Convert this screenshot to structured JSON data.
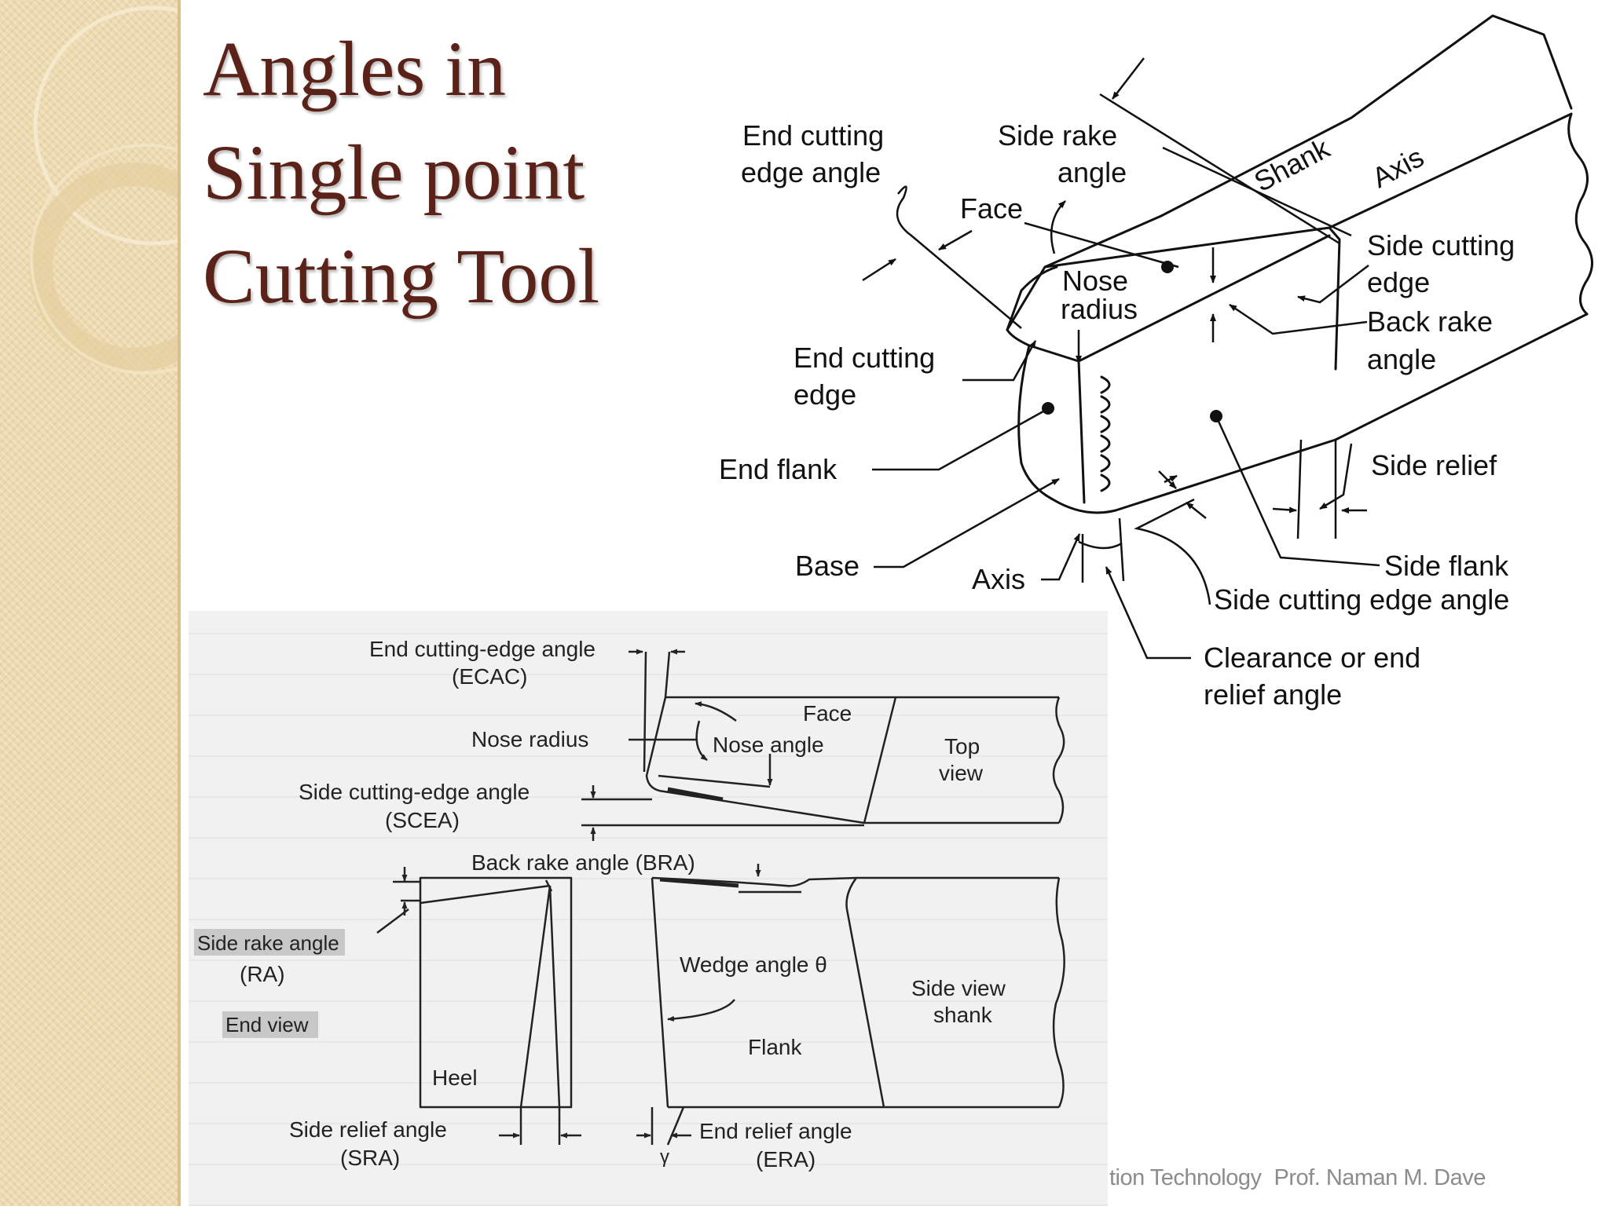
{
  "slide": {
    "title_lines": [
      "Angles in",
      "Single point",
      "Cutting Tool"
    ],
    "footer": {
      "course": "tion Technology",
      "author": "Prof. Naman M. Dave"
    }
  },
  "iso_diagram": {
    "labels": {
      "end_cutting_edge_angle_1": "End cutting",
      "end_cutting_edge_angle_2": "edge angle",
      "side_rake_angle_1": "Side rake",
      "side_rake_angle_2": "angle",
      "face": "Face",
      "shank": "Shank",
      "axis_top": "Axis",
      "nose_radius_1": "Nose",
      "nose_radius_2": "radius",
      "side_cutting_edge_1": "Side cutting",
      "side_cutting_edge_2": "edge",
      "back_rake_angle_1": "Back rake",
      "back_rake_angle_2": "angle",
      "end_cutting_edge_1": "End cutting",
      "end_cutting_edge_2": "edge",
      "end_flank": "End flank",
      "side_relief": "Side relief",
      "base": "Base",
      "axis_bottom": "Axis",
      "side_flank": "Side flank",
      "side_cutting_edge_angle": "Side cutting edge angle",
      "clearance_1": "Clearance or end",
      "clearance_2": "relief angle"
    }
  },
  "ortho_diagram": {
    "labels": {
      "ecac_1": "End cutting-edge angle",
      "ecac_2": "(ECAC)",
      "face": "Face",
      "nose_radius": "Nose radius",
      "nose_angle": "Nose angle",
      "top_view_1": "Top",
      "top_view_2": "view",
      "scea_1": "Side cutting-edge angle",
      "scea_2": "(SCEA)",
      "bra": "Back rake angle (BRA)",
      "ra_1": "Side rake angle",
      "ra_2": "(RA)",
      "end_view": "End view",
      "wedge_angle": "Wedge angle θ",
      "side_view_1": "Side view",
      "side_view_2": "shank",
      "flank": "Flank",
      "heel": "Heel",
      "sra_1": "Side relief angle",
      "sra_2": "(SRA)",
      "era_1": "End relief angle",
      "era_2": "(ERA)",
      "gamma": "γ"
    }
  }
}
